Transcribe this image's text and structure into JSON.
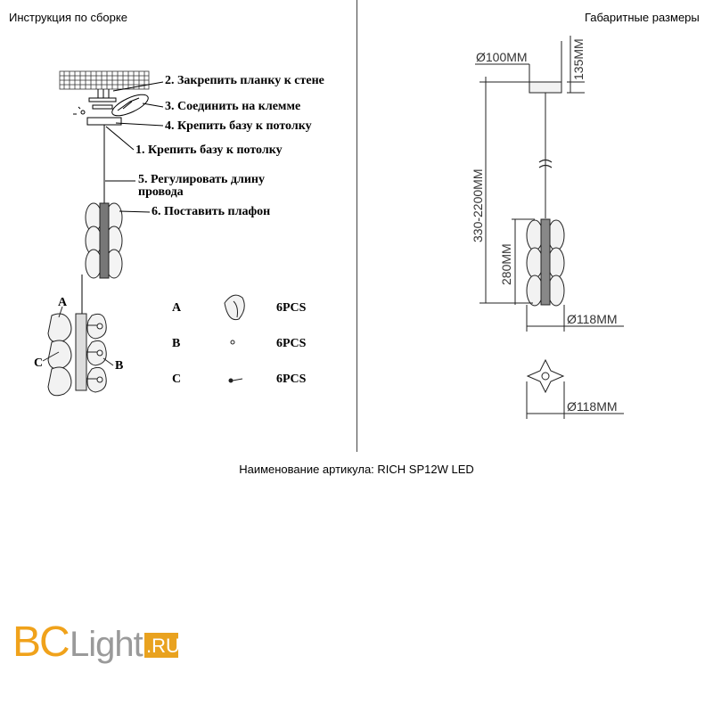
{
  "header": {
    "left_title": "Инструкция по сборке",
    "right_title": "Габаритные размеры"
  },
  "assembly_steps": [
    "2. Закрепить планку к стене",
    "3. Соединить на клемме",
    "4. Крепить базу к потолку",
    "1. Крепить базу к потолку",
    "5. Регулировать длину провода",
    "6. Поставить плафон"
  ],
  "callout_letters": [
    "A",
    "B",
    "C"
  ],
  "parts": [
    {
      "letter": "A",
      "qty": "6PCS",
      "icon": "shade-icon"
    },
    {
      "letter": "B",
      "qty": "6PCS",
      "icon": "ring-icon"
    },
    {
      "letter": "C",
      "qty": "6PCS",
      "icon": "screw-icon"
    }
  ],
  "dimensions": {
    "canopy_diameter": "Ø100MM",
    "canopy_height": "135MM",
    "total_length": "330-2200MM",
    "shade_height": "280MM",
    "shade_diameter": "Ø118MM",
    "base_diameter": "Ø118MM"
  },
  "article": "Наименование артикула: RICH SP12W LED",
  "logo": {
    "text_bc": "BC",
    "text_light": "Light",
    "text_ru": ".RU",
    "colors": {
      "bc": "#f0a21b",
      "light": "#9a9a9a",
      "ru_bg": "#e9a21f"
    }
  }
}
